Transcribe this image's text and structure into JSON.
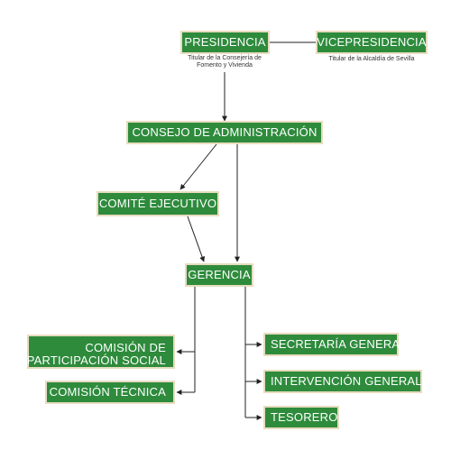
{
  "nodes": {
    "presidencia": "PRESIDENCIA",
    "vicepresidencia": "VICEPRESIDENCIA",
    "consejo": "CONSEJO DE ADMINISTRACIÓN",
    "comite": "COMITÉ EJECUTIVO",
    "gerencia": "GERENCIA",
    "comision_participacion_line1": "COMISIÓN DE",
    "comision_participacion_line2": "PARTICIPACIÓN SOCIAL",
    "comision_tecnica": "COMISIÓN TÉCNICA",
    "secretaria": "SECRETARÍA GENERAL",
    "intervencion": "INTERVENCIÓN GENERAL",
    "tesorero": "TESORERO"
  },
  "captions": {
    "presidencia_line1": "Titular de la Consejería de",
    "presidencia_line2": "Fomento y Vivienda",
    "vicepresidencia": "Titular de la  Alcaldía de Sevilla"
  },
  "colors": {
    "node_fill": "#2e8b3c",
    "node_border": "#e8dcc0",
    "node_text": "#ffffff",
    "connector": "#222222"
  }
}
